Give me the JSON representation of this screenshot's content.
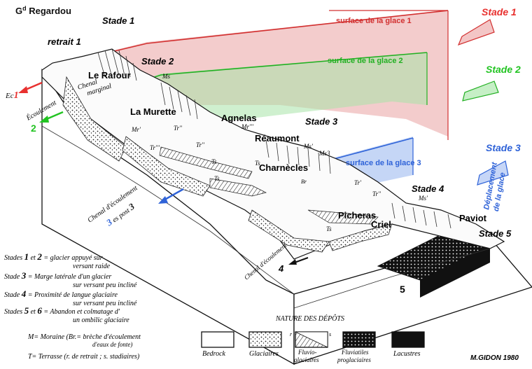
{
  "title": "Gd Regardou",
  "title_main": "G",
  "title_sup": "d",
  "title_rest": " Regardou",
  "places": {
    "retrait1": "retrait 1",
    "le_rafour": "Le Rafour",
    "la_murette": "La Murette",
    "agnelas": "Agnelas",
    "reaumont": "Réaumont",
    "charnecles": "Charnècles",
    "picheras": "Picheras",
    "criel": "Criel",
    "paviot": "Paviot"
  },
  "stades_labels": {
    "stade1_top": "Stade 1",
    "stade2_top": "Stade 2",
    "stade3_top": "Stade 3",
    "stade4_top": "Stade 4",
    "stade5_right": "Stade 5"
  },
  "right_stades": [
    {
      "label": "Stade 1",
      "color": "#e8312f"
    },
    {
      "label": "Stade 2",
      "color": "#22c422"
    },
    {
      "label": "Stade 3",
      "color": "#2f63d8"
    }
  ],
  "deplacement": "Déplacement de la glace",
  "deplacement_l1": "Déplacement",
  "deplacement_l2": "de la glace",
  "surfaces": [
    {
      "label": "surface de la glace 1",
      "color": "#d23030"
    },
    {
      "label": "surface de la glace 2",
      "color": "#22b022"
    },
    {
      "label": "surface de la glace 3",
      "color": "#2f63d8"
    }
  ],
  "flow": {
    "ec1": "Ec",
    "ec1_num": "1",
    "ecoulement": "Écoulement",
    "ecoul_num": "2",
    "chenal_marginal_1": "Chenal",
    "chenal_marginal_2": "marginal",
    "chenal3_1": "Chenal d'écoulement",
    "chenal3_2": "es post",
    "chenal3_num": "3",
    "chenal3_num2": "3",
    "chenal4": "Chenal d'écoulement",
    "chenal4_num": "4",
    "block5": "5"
  },
  "morph": {
    "ms": "Ms",
    "mr1": "Mr'",
    "tr2": "Tr''",
    "tr3": "Tr'''",
    "tr4": "Tr''",
    "mr4": "Mr'''",
    "ms_prime": "Ms'",
    "ms_b": "Ms'",
    "ms3": "Ms3",
    "ts1": "Ts",
    "ts2": "Ts",
    "ts3": "Ts",
    "ts4": "Ts",
    "tr_p": "Tr'",
    "tr_pp": "Tr''",
    "ms4": "Ms'",
    "br": "Br"
  },
  "legend_notes": [
    {
      "prefix": "Stades",
      "num": "1",
      "mid": "et",
      "num2": "2",
      "text": "= glacier appuyé sur",
      "text2": "versant raide"
    },
    {
      "prefix": "Stade",
      "num": "3",
      "mid": "",
      "num2": "",
      "text": "= Marge latérale d'un glacier",
      "text2": "sur versant peu incliné"
    },
    {
      "prefix": "Stade",
      "num": "4",
      "mid": "",
      "num2": "",
      "text": "= Proximité de langue glaciaire",
      "text2": "sur versant peu incliné"
    },
    {
      "prefix": "Stades",
      "num": "5",
      "mid": "et",
      "num2": "6",
      "text": "= Abandon et colmatage d'",
      "text2": "un ombilic glaciaire"
    }
  ],
  "moraine_note_1": "M= Moraine (Br.= brèche d'écoulement",
  "moraine_note_2": "d'eaux de fonte)",
  "terrasse_note": "T= Terrasse   (r. de retrait ; s. stadiaires)",
  "nature_title": "NATURE DES DÉPÔTS",
  "deposits": [
    {
      "label": "Bedrock",
      "label2": ""
    },
    {
      "label": "Glaciaires",
      "label2": ""
    },
    {
      "label": "Fluvio-",
      "label2": "glaciaires"
    },
    {
      "label": "Fluviatiles",
      "label2": "proglaciaires"
    },
    {
      "label": "Lacustres",
      "label2": ""
    }
  ],
  "fluvio_r": "r",
  "fluvio_s": "s",
  "credit": "M.GIDON 1980"
}
